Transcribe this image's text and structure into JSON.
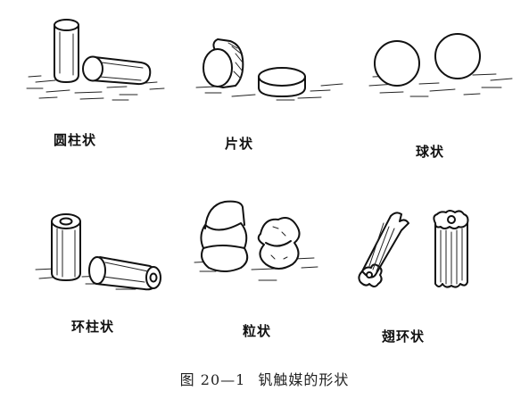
{
  "figure": {
    "caption_number": "图 20—1",
    "caption_text": "钒触媒的形状"
  },
  "shapes": [
    {
      "label": "圆柱状"
    },
    {
      "label": "片状"
    },
    {
      "label": "球状"
    },
    {
      "label": "环柱状"
    },
    {
      "label": "粒状"
    },
    {
      "label": "翅环状"
    }
  ],
  "colors": {
    "ink": "#111111",
    "background": "#ffffff"
  }
}
